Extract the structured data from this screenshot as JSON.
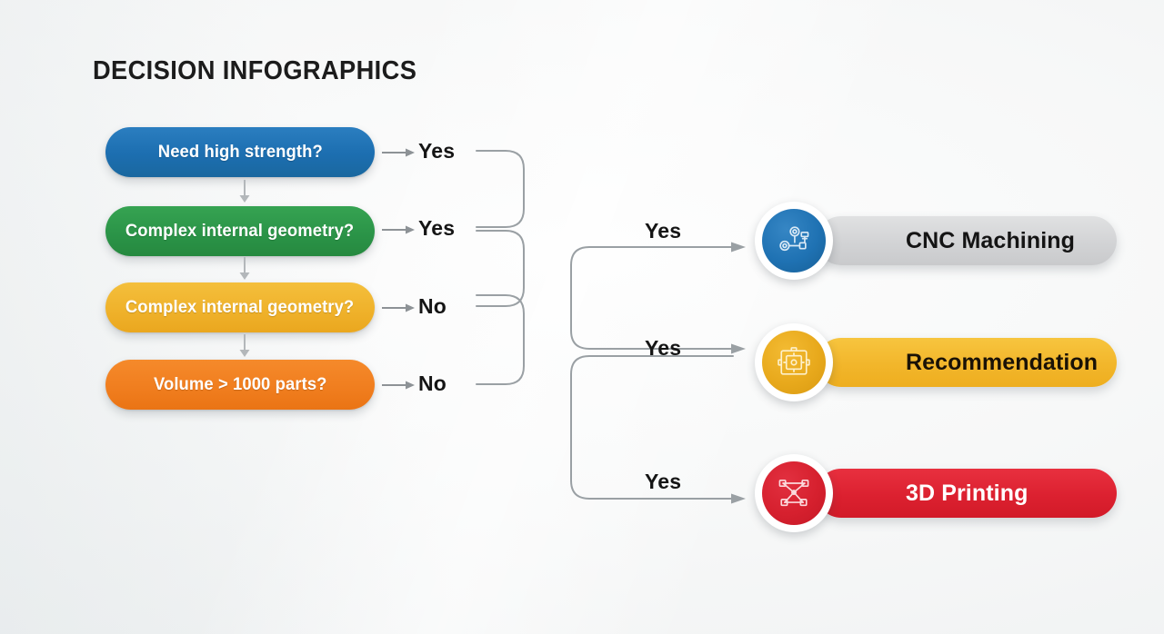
{
  "title": "DECISION INFOGRAPHICS",
  "colors": {
    "background": "#f2f4f5",
    "decision_blue": "#1f72b8",
    "decision_green": "#2a9347",
    "decision_amber": "#efb12a",
    "decision_orange": "#f07d1e",
    "result_gray": "#d2d3d5",
    "result_amber": "#f2b62b",
    "result_red": "#dc2130",
    "connector_gray": "#9aa0a4"
  },
  "decisions": [
    {
      "label": "Need high strength?",
      "color": "#1f72b8",
      "branch": "Yes"
    },
    {
      "label": "Complex internal geometry?",
      "color": "#2a9347",
      "branch": "Yes"
    },
    {
      "label": "Complex internal geometry?",
      "color": "#efb12a",
      "branch": "No"
    },
    {
      "label": "Volume > 1000 parts?",
      "color": "#f07d1e",
      "branch": "No"
    }
  ],
  "results": [
    {
      "label": "CNC Machining",
      "branch": "Yes",
      "icon": "cnc-machine-icon",
      "color": "#d2d3d5"
    },
    {
      "label": "Recommendation",
      "branch": "Yes",
      "icon": "circuit-chip-icon",
      "color": "#f2b62b"
    },
    {
      "label": "3D Printing",
      "branch": "Yes",
      "icon": "wireframe-node-icon",
      "color": "#dc2130"
    }
  ]
}
